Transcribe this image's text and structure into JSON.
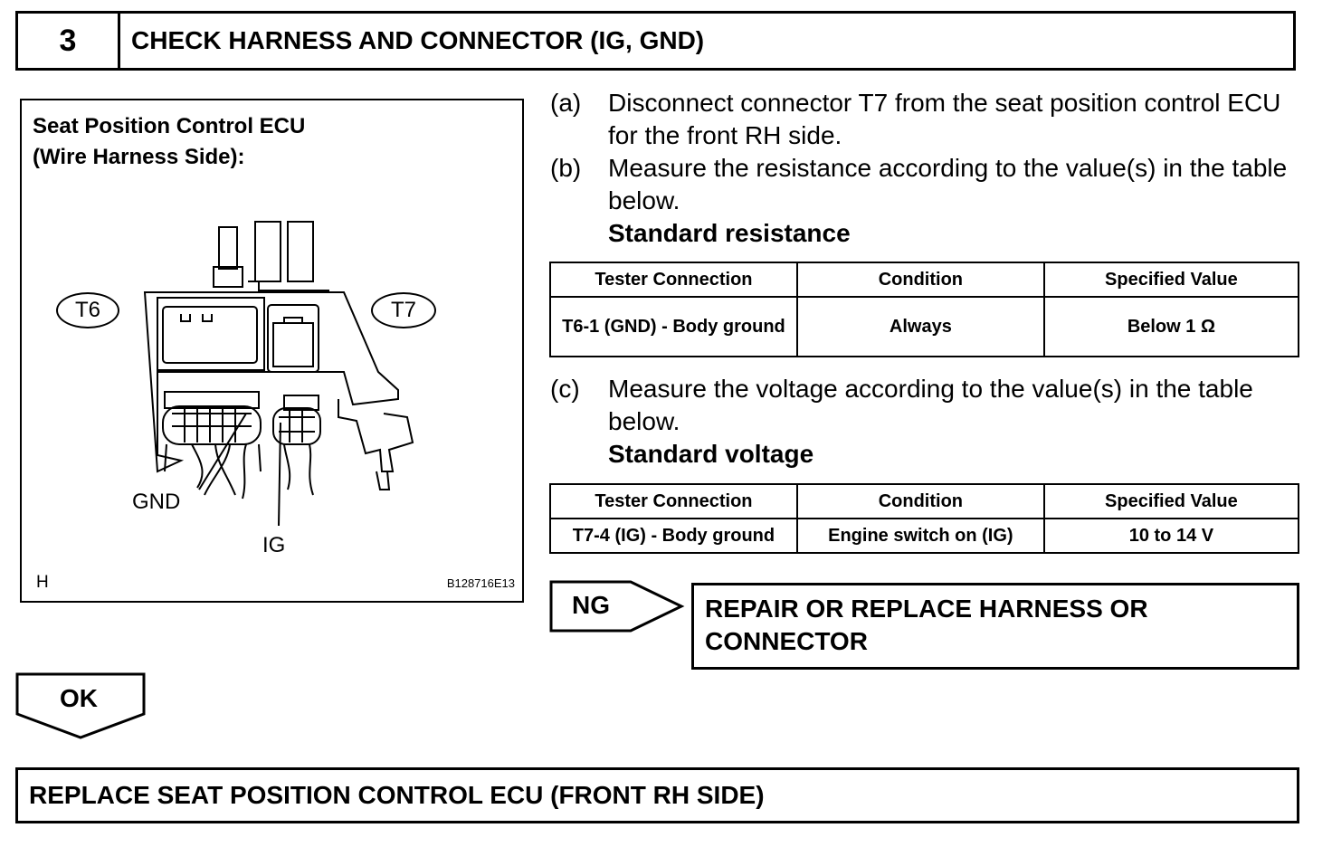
{
  "header": {
    "step_number": "3",
    "title": "CHECK HARNESS AND CONNECTOR (IG, GND)"
  },
  "figure": {
    "title_line1": "Seat Position Control ECU",
    "title_line2": "(Wire Harness Side):",
    "connector_t6": "T6",
    "connector_t7": "T7",
    "label_gnd": "GND",
    "label_ig": "IG",
    "corner_letter": "H",
    "figure_code": "B128716E13"
  },
  "steps": [
    {
      "letter": "(a)",
      "text": "Disconnect connector T7 from the seat position control ECU for the front RH side."
    },
    {
      "letter": "(b)",
      "text": "Measure the resistance according to the value(s) in the table below."
    },
    {
      "letter": "(c)",
      "text": "Measure the voltage according to the value(s) in the table below."
    }
  ],
  "resistance": {
    "label": "Standard resistance",
    "headers": [
      "Tester Connection",
      "Condition",
      "Specified Value"
    ],
    "rows": [
      [
        "T6-1 (GND) - Body ground",
        "Always",
        "Below 1 Ω"
      ]
    ]
  },
  "voltage": {
    "label": "Standard voltage",
    "headers": [
      "Tester Connection",
      "Condition",
      "Specified Value"
    ],
    "rows": [
      [
        "T7-4 (IG) - Body ground",
        "Engine switch on (IG)",
        "10 to 14 V"
      ]
    ]
  },
  "ng": {
    "label": "NG",
    "action": "REPAIR OR REPLACE HARNESS OR CONNECTOR"
  },
  "ok": {
    "label": "OK"
  },
  "final": {
    "text": "REPLACE SEAT POSITION CONTROL ECU (FRONT RH SIDE)"
  }
}
